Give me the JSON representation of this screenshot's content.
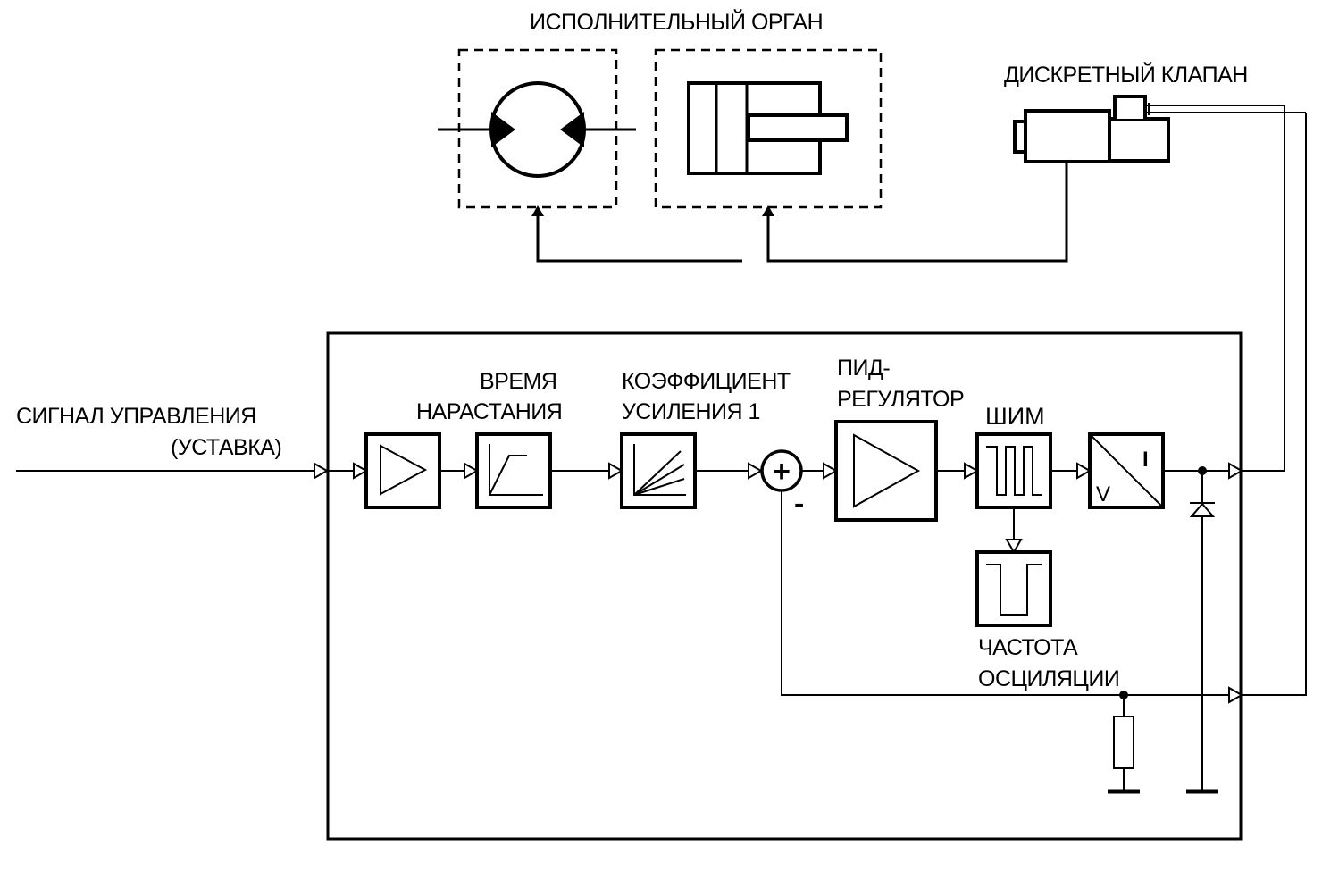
{
  "labels": {
    "actuator": "ИСПОЛНИТЕЛЬНЫЙ ОРГАН",
    "valve": "ДИСКРЕТНЫЙ КЛАПАН",
    "input_signal_line1": "СИГНАЛ УПРАВЛЕНИЯ",
    "input_signal_line2": "(УСТАВКА)",
    "rise_time_line1": "ВРЕМЯ",
    "rise_time_line2": "НАРАСТАНИЯ",
    "gain_line1": "КОЭФФИЦИЕНТ",
    "gain_line2": "УСИЛЕНИЯ 1",
    "pid_line1": "ПИД-",
    "pid_line2": "РЕГУЛЯТОР",
    "pwm": "ШИМ",
    "dither_line1": "ЧАСТОТА",
    "dither_line2": "ОСЦИЛЯЦИИ",
    "summing_plus": "+",
    "summing_minus": "-",
    "vi_v": "V",
    "vi_i": "I"
  }
}
